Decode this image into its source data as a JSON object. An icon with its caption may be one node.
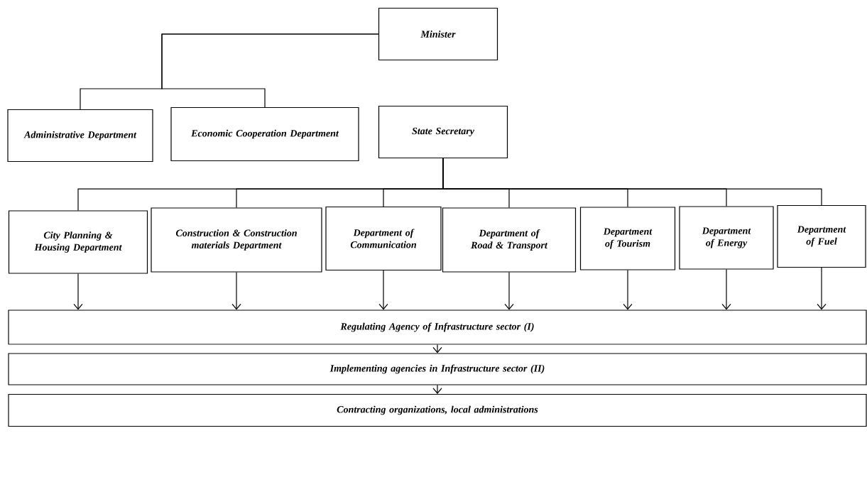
{
  "diagram": {
    "nodes": [
      {
        "text": [
          "Minister"
        ]
      },
      {
        "text": [
          "Administrative Department"
        ]
      },
      {
        "text": [
          "Economic Cooperation Department"
        ]
      },
      {
        "text": [
          "State Secretary"
        ]
      },
      {
        "text": [
          "City Planning & Housing Department"
        ]
      },
      {
        "text": [
          "Construction & Construction materials Department"
        ]
      },
      {
        "text": [
          "Department of Communication"
        ]
      },
      {
        "text": [
          "Department of Road & Transport"
        ]
      },
      {
        "text": [
          "Department of Tourism"
        ]
      },
      {
        "text": [
          "Department of Energy"
        ]
      },
      {
        "text": [
          "Department of Fuel"
        ]
      },
      {
        "text": [
          "Regulating Agency of Infrastructure sector (I)"
        ]
      },
      {
        "text": [
          "Implementing agencies in Infrastructure sector (II)"
        ]
      },
      {
        "text": [
          "Contracting organizations, local administrations"
        ]
      }
    ],
    "edges": [
      {
        "from": 0,
        "to": 1,
        "arrow": "none"
      },
      {
        "from": 0,
        "to": 2,
        "arrow": "none"
      },
      {
        "from": 3,
        "to": 4,
        "arrow": "none"
      },
      {
        "from": 3,
        "to": 5,
        "arrow": "none"
      },
      {
        "from": 3,
        "to": 6,
        "arrow": "none"
      },
      {
        "from": 3,
        "to": 7,
        "arrow": "none"
      },
      {
        "from": 3,
        "to": 8,
        "arrow": "none"
      },
      {
        "from": 3,
        "to": 9,
        "arrow": "none"
      },
      {
        "from": 3,
        "to": 10,
        "arrow": "none"
      },
      {
        "from": 4,
        "to": 11,
        "arrow": "to"
      },
      {
        "from": 5,
        "to": 11,
        "arrow": "to"
      },
      {
        "from": 6,
        "to": 11,
        "arrow": "to"
      },
      {
        "from": 7,
        "to": 11,
        "arrow": "to"
      },
      {
        "from": 8,
        "to": 11,
        "arrow": "to"
      },
      {
        "from": 9,
        "to": 11,
        "arrow": "to"
      },
      {
        "from": 10,
        "to": 11,
        "arrow": "to"
      },
      {
        "from": 11,
        "to": 12,
        "arrow": "to"
      },
      {
        "from": 12,
        "to": 13,
        "arrow": "to"
      }
    ]
  }
}
